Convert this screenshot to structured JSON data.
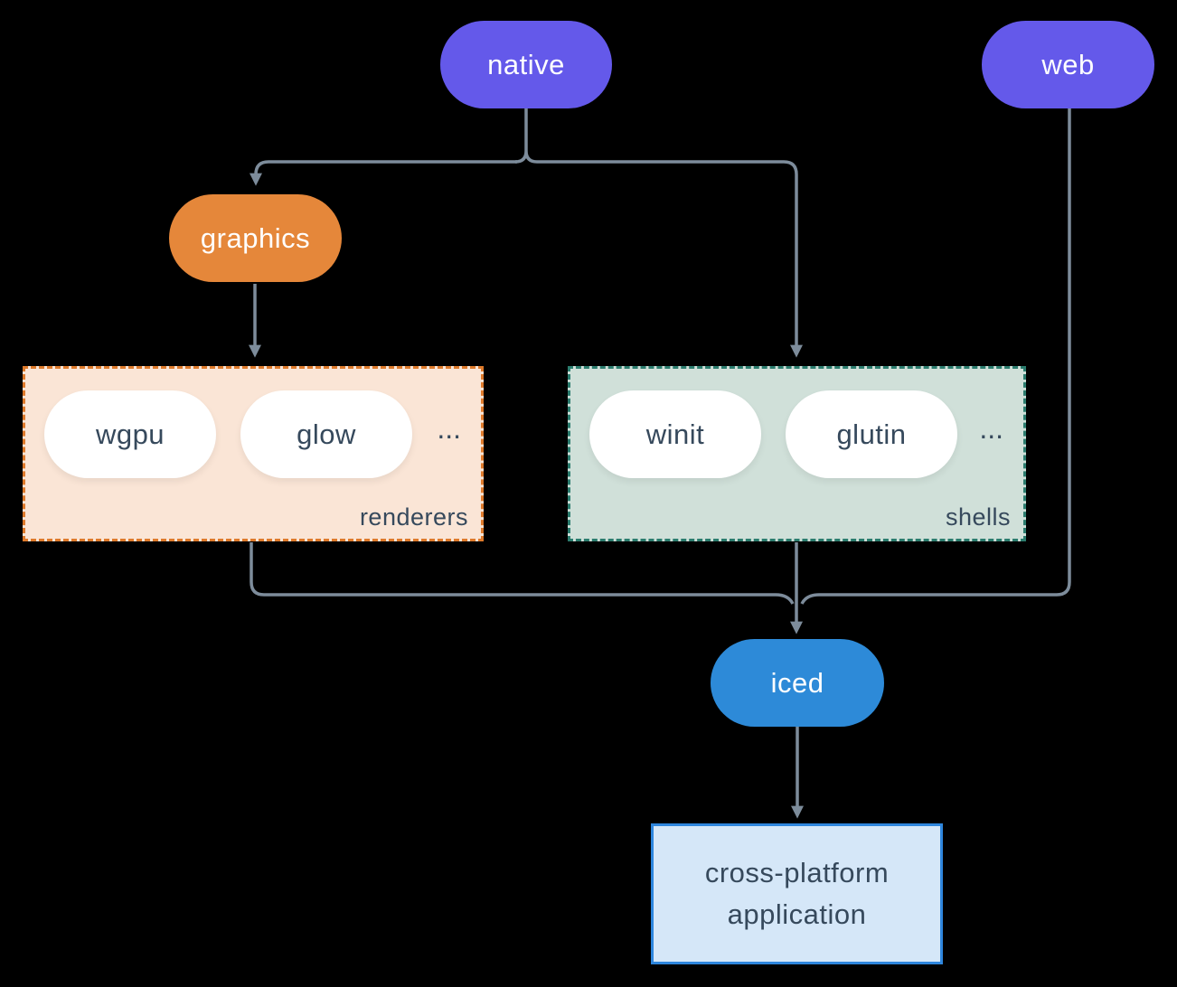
{
  "background": "#000000",
  "connector_color": "#7d8c9b",
  "nodes": {
    "native": {
      "label": "native",
      "color": "#6459ea"
    },
    "web": {
      "label": "web",
      "color": "#6459ea"
    },
    "graphics": {
      "label": "graphics",
      "color": "#e5873a"
    },
    "iced": {
      "label": "iced",
      "color": "#2d8ad8"
    },
    "application": {
      "label": "cross-platform application",
      "bg": "#d5e7f8",
      "border": "#2e86dd"
    }
  },
  "groups": {
    "renderers": {
      "label": "renderers",
      "bg": "#fae5d6",
      "border": "#de7a2b",
      "items": [
        "wgpu",
        "glow"
      ],
      "ellipsis": "..."
    },
    "shells": {
      "label": "shells",
      "bg": "#d0e0d9",
      "border": "#2b7c6e",
      "items": [
        "winit",
        "glutin"
      ],
      "ellipsis": "..."
    }
  }
}
